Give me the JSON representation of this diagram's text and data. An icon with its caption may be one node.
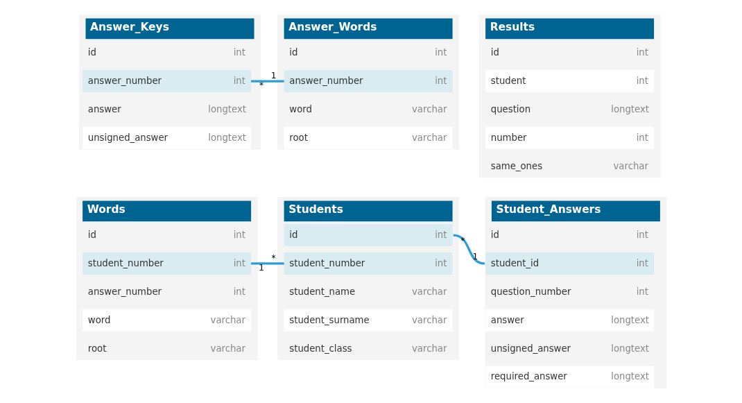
{
  "diagram": {
    "nodes": [
      {
        "text": [
          "Answer_Keys"
        ]
      },
      {
        "text": [
          "id",
          "int"
        ],
        "in": 0
      },
      {
        "text": [
          "answer_number",
          "int"
        ],
        "in": 0
      },
      {
        "text": [
          "answer",
          "longtext"
        ],
        "in": 0
      },
      {
        "text": [
          "unsigned_answer",
          "longtext"
        ],
        "in": 0
      },
      {
        "text": [
          "Answer_Words"
        ]
      },
      {
        "text": [
          "id",
          "int"
        ],
        "in": 5
      },
      {
        "text": [
          "answer_number",
          "int"
        ],
        "in": 5
      },
      {
        "text": [
          "word",
          "varchar"
        ],
        "in": 5
      },
      {
        "text": [
          "root",
          "varchar"
        ],
        "in": 5
      },
      {
        "text": [
          "Results"
        ]
      },
      {
        "text": [
          "id",
          "int"
        ],
        "in": 10
      },
      {
        "text": [
          "student",
          "int"
        ],
        "in": 10
      },
      {
        "text": [
          "question",
          "longtext"
        ],
        "in": 10
      },
      {
        "text": [
          "number",
          "int"
        ],
        "in": 10
      },
      {
        "text": [
          "same_ones",
          "varchar"
        ],
        "in": 10
      },
      {
        "text": [
          "Words"
        ]
      },
      {
        "text": [
          "id",
          "int"
        ],
        "in": 16
      },
      {
        "text": [
          "student_number",
          "int"
        ],
        "in": 16
      },
      {
        "text": [
          "answer_number",
          "int"
        ],
        "in": 16
      },
      {
        "text": [
          "word",
          "varchar"
        ],
        "in": 16
      },
      {
        "text": [
          "root",
          "varchar"
        ],
        "in": 16
      },
      {
        "text": [
          "Students"
        ]
      },
      {
        "text": [
          "id",
          "int"
        ],
        "in": 22
      },
      {
        "text": [
          "student_number",
          "int"
        ],
        "in": 22
      },
      {
        "text": [
          "student_name",
          "varchar"
        ],
        "in": 22
      },
      {
        "text": [
          "student_surname",
          "varchar"
        ],
        "in": 22
      },
      {
        "text": [
          "student_class",
          "varchar"
        ],
        "in": 22
      },
      {
        "text": [
          "Student_Answers"
        ]
      },
      {
        "text": [
          "id",
          "int"
        ],
        "in": 28
      },
      {
        "text": [
          "student_id",
          "int"
        ],
        "in": 28
      },
      {
        "text": [
          "question_number",
          "int"
        ],
        "in": 28
      },
      {
        "text": [
          "answer",
          "longtext"
        ],
        "in": 28
      },
      {
        "text": [
          "unsigned_answer",
          "longtext"
        ],
        "in": 28
      },
      {
        "text": [
          "required_answer",
          "longtext"
        ],
        "in": 28
      }
    ],
    "edges": [
      {
        "from": 2,
        "to": 7,
        "arrow": "none"
      },
      {
        "from": 18,
        "to": 24,
        "arrow": "none"
      },
      {
        "from": 23,
        "to": 30,
        "arrow": "none"
      }
    ],
    "labels": [
      "*",
      "1",
      "1",
      "*",
      "*",
      "1"
    ]
  }
}
